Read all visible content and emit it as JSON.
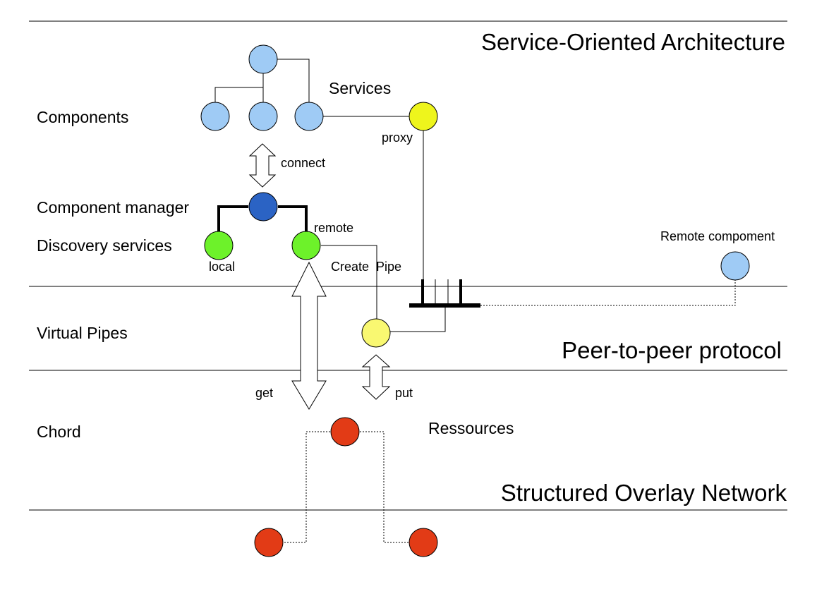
{
  "layers": {
    "soa": "Service-Oriented Architecture",
    "p2p": "Peer-to-peer protocol",
    "overlay": "Structured Overlay Network"
  },
  "left_labels": {
    "components": "Components",
    "component_manager": "Component manager",
    "discovery_services": "Discovery services",
    "virtual_pipes": "Virtual Pipes",
    "chord": "Chord"
  },
  "labels": {
    "services": "Services",
    "proxy": "proxy",
    "connect": "connect",
    "remote": "remote",
    "local": "local",
    "create_pipe": "Create  Pipe",
    "remote_component": "Remote compoment",
    "get": "get",
    "put": "put",
    "ressources": "Ressources"
  },
  "colors": {
    "component": "#9fcbf5",
    "manager": "#2b63c4",
    "discovery": "#6df22a",
    "pipe": "#f9f871",
    "proxy": "#eef51c",
    "chord": "#e23b16",
    "line": "#000000"
  }
}
